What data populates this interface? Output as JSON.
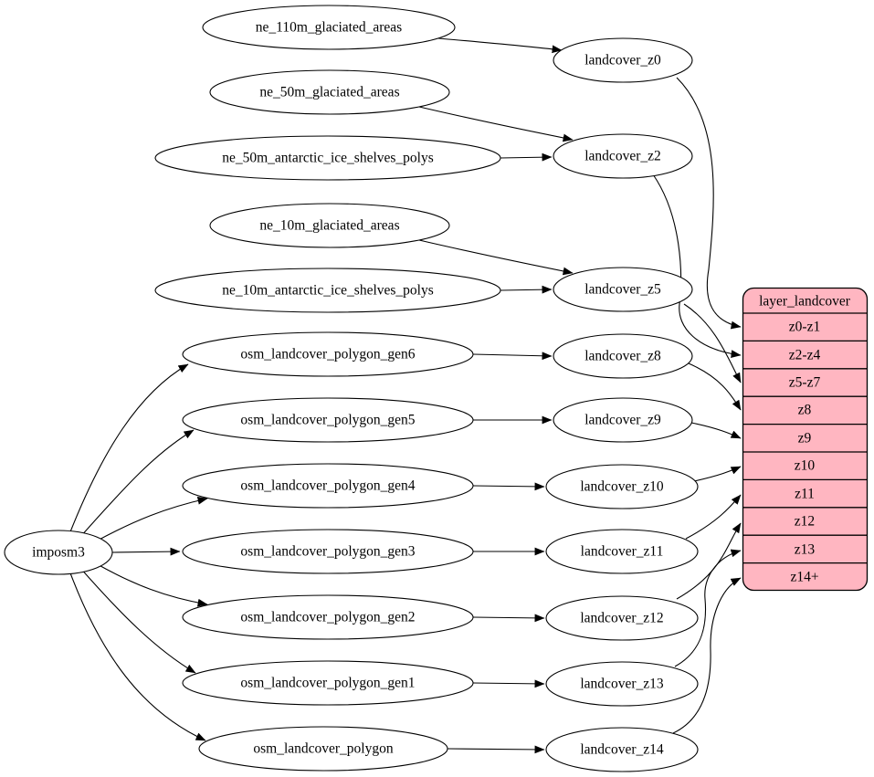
{
  "diagram": {
    "kind": "dependency-graph",
    "nodes": {
      "imposm3": "imposm3",
      "ne_110m_glaciated_areas": "ne_110m_glaciated_areas",
      "ne_50m_glaciated_areas": "ne_50m_glaciated_areas",
      "ne_50m_antarctic_ice_shelves_polys": "ne_50m_antarctic_ice_shelves_polys",
      "ne_10m_glaciated_areas": "ne_10m_glaciated_areas",
      "ne_10m_antarctic_ice_shelves_polys": "ne_10m_antarctic_ice_shelves_polys",
      "osm_landcover_polygon_gen6": "osm_landcover_polygon_gen6",
      "osm_landcover_polygon_gen5": "osm_landcover_polygon_gen5",
      "osm_landcover_polygon_gen4": "osm_landcover_polygon_gen4",
      "osm_landcover_polygon_gen3": "osm_landcover_polygon_gen3",
      "osm_landcover_polygon_gen2": "osm_landcover_polygon_gen2",
      "osm_landcover_polygon_gen1": "osm_landcover_polygon_gen1",
      "osm_landcover_polygon": "osm_landcover_polygon",
      "landcover_z0": "landcover_z0",
      "landcover_z2": "landcover_z2",
      "landcover_z5": "landcover_z5",
      "landcover_z8": "landcover_z8",
      "landcover_z9": "landcover_z9",
      "landcover_z10": "landcover_z10",
      "landcover_z11": "landcover_z11",
      "landcover_z12": "landcover_z12",
      "landcover_z13": "landcover_z13",
      "landcover_z14": "landcover_z14"
    },
    "table": {
      "title": "layer_landcover",
      "rows": [
        "z0-z1",
        "z2-z4",
        "z5-z7",
        "z8",
        "z9",
        "z10",
        "z11",
        "z12",
        "z13",
        "z14+"
      ]
    },
    "edges": [
      {
        "from": "ne_110m_glaciated_areas",
        "to": "landcover_z0"
      },
      {
        "from": "ne_50m_glaciated_areas",
        "to": "landcover_z2"
      },
      {
        "from": "ne_50m_antarctic_ice_shelves_polys",
        "to": "landcover_z2"
      },
      {
        "from": "ne_10m_glaciated_areas",
        "to": "landcover_z5"
      },
      {
        "from": "ne_10m_antarctic_ice_shelves_polys",
        "to": "landcover_z5"
      },
      {
        "from": "imposm3",
        "to": "osm_landcover_polygon_gen6"
      },
      {
        "from": "imposm3",
        "to": "osm_landcover_polygon_gen5"
      },
      {
        "from": "imposm3",
        "to": "osm_landcover_polygon_gen4"
      },
      {
        "from": "imposm3",
        "to": "osm_landcover_polygon_gen3"
      },
      {
        "from": "imposm3",
        "to": "osm_landcover_polygon_gen2"
      },
      {
        "from": "imposm3",
        "to": "osm_landcover_polygon_gen1"
      },
      {
        "from": "imposm3",
        "to": "osm_landcover_polygon"
      },
      {
        "from": "osm_landcover_polygon_gen6",
        "to": "landcover_z8"
      },
      {
        "from": "osm_landcover_polygon_gen5",
        "to": "landcover_z9"
      },
      {
        "from": "osm_landcover_polygon_gen4",
        "to": "landcover_z10"
      },
      {
        "from": "osm_landcover_polygon_gen3",
        "to": "landcover_z11"
      },
      {
        "from": "osm_landcover_polygon_gen2",
        "to": "landcover_z12"
      },
      {
        "from": "osm_landcover_polygon_gen1",
        "to": "landcover_z13"
      },
      {
        "from": "osm_landcover_polygon",
        "to": "landcover_z14"
      },
      {
        "from": "landcover_z0",
        "to": "layer_landcover.z0-z1"
      },
      {
        "from": "landcover_z2",
        "to": "layer_landcover.z2-z4"
      },
      {
        "from": "landcover_z5",
        "to": "layer_landcover.z5-z7"
      },
      {
        "from": "landcover_z8",
        "to": "layer_landcover.z8"
      },
      {
        "from": "landcover_z9",
        "to": "layer_landcover.z9"
      },
      {
        "from": "landcover_z10",
        "to": "layer_landcover.z10"
      },
      {
        "from": "landcover_z11",
        "to": "layer_landcover.z11"
      },
      {
        "from": "landcover_z12",
        "to": "layer_landcover.z12"
      },
      {
        "from": "landcover_z13",
        "to": "layer_landcover.z13"
      },
      {
        "from": "landcover_z14",
        "to": "layer_landcover.z14+"
      }
    ],
    "colors": {
      "table_fill": "#ffb6c1",
      "node_fill": "#ffffff",
      "stroke": "#000000",
      "background": "#ffffff"
    }
  }
}
